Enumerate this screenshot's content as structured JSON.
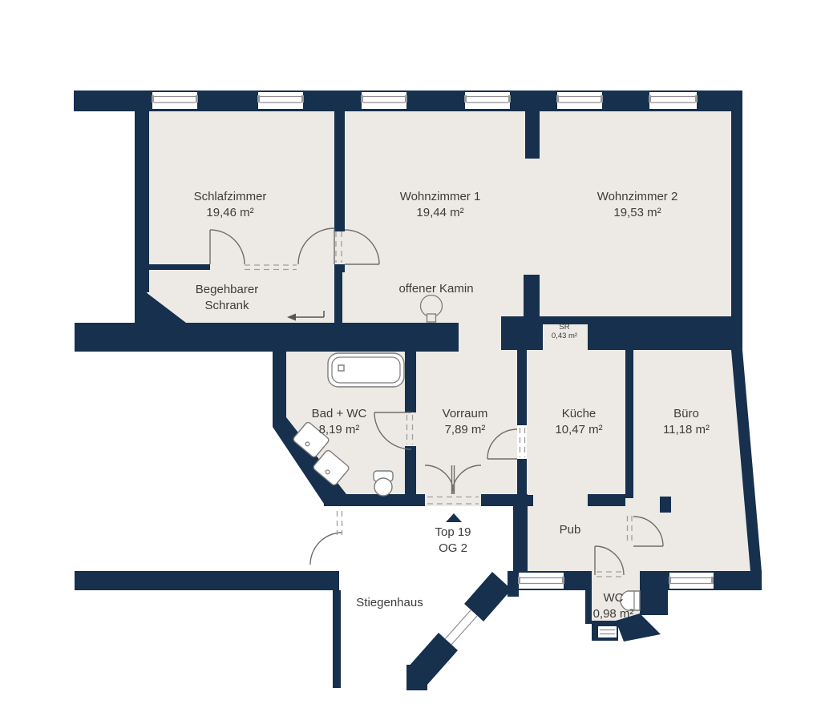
{
  "plan_type": "apartment floor plan",
  "palette": {
    "wall": "#16304e",
    "floor": "#edeae5",
    "background": "#ffffff",
    "fixture_outline": "#7c7c7c",
    "door_arc": "#6e6e6e",
    "text": "#3c3c3c"
  },
  "rooms": [
    {
      "id": "schlafzimmer",
      "name": "Schlafzimmer",
      "area": "19,46 m²"
    },
    {
      "id": "wohnzimmer-1",
      "name": "Wohnzimmer 1",
      "area": "19,44 m²"
    },
    {
      "id": "wohnzimmer-2",
      "name": "Wohnzimmer 2",
      "area": "19,53 m²"
    },
    {
      "id": "begehbarer-schrank",
      "name": "Begehbarer Schrank",
      "area": ""
    },
    {
      "id": "bad-wc",
      "name": "Bad + WC",
      "area": "8,19 m²"
    },
    {
      "id": "vorraum",
      "name": "Vorraum",
      "area": "7,89 m²"
    },
    {
      "id": "kueche",
      "name": "Küche",
      "area": "10,47 m²"
    },
    {
      "id": "buero",
      "name": "Büro",
      "area": "11,18 m²"
    },
    {
      "id": "pub",
      "name": "Pub",
      "area": ""
    },
    {
      "id": "sr",
      "name": "SR",
      "area": "0,43 m²"
    },
    {
      "id": "wc",
      "name": "WC",
      "area": "0,98 m²"
    },
    {
      "id": "stiegenhaus",
      "name": "Stiegenhaus",
      "area": ""
    }
  ],
  "annotations": {
    "fireplace": "offener Kamin",
    "entrance_unit": "Top 19",
    "entrance_floor": "OG 2"
  },
  "fixtures": [
    "bathtub-icon",
    "washbasin-icon",
    "toilet-icon",
    "fireplace-icon",
    "entrance-triangle-icon",
    "direction-arrow-icon",
    "window",
    "door-arc"
  ]
}
